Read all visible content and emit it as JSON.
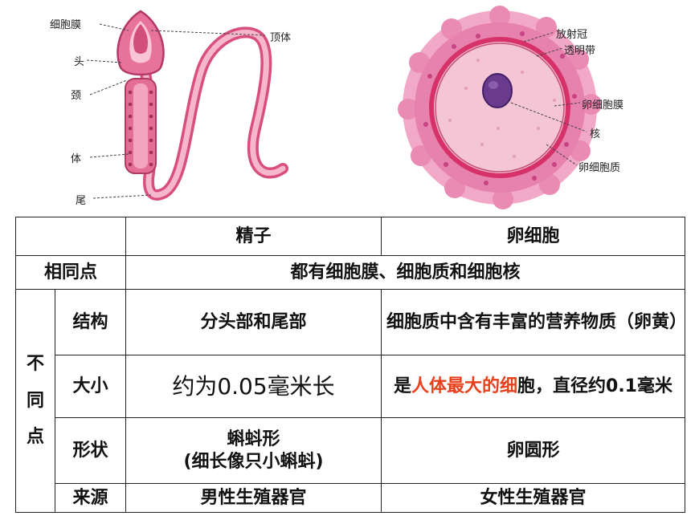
{
  "sperm_labels": {
    "membrane": "细胞膜",
    "acrosome": "顶体",
    "head": "头",
    "neck": "颈",
    "body": "体",
    "tail": "尾"
  },
  "egg_labels": {
    "corona": "放射冠",
    "zona": "透明带",
    "egg_membrane": "卵细胞膜",
    "nucleus": "核",
    "cytoplasm": "卵细胞质"
  },
  "table": {
    "header_sperm": "精子",
    "header_egg": "卵细胞",
    "same_label": "相同点",
    "same_text": "都有细胞膜、细胞质和细胞核",
    "diff_chars": [
      "不",
      "同",
      "点"
    ],
    "rows": [
      {
        "label": "结构",
        "sperm": "分头部和尾部",
        "egg": "细胞质中含有丰富的营养物质（卵黄）"
      },
      {
        "label": "大小",
        "sperm": "约为0.05毫米长",
        "egg_pre": "是",
        "egg_red": "人体最大的细",
        "egg_post": "胞，直径约0.1毫米"
      },
      {
        "label": "形状",
        "sperm_line1": "蝌蚪形",
        "sperm_line2": "(细长像只小蝌蚪)",
        "egg": "卵圆形"
      },
      {
        "label": "来源",
        "sperm": "男性生殖器官",
        "egg": "女性生殖器官"
      }
    ]
  }
}
